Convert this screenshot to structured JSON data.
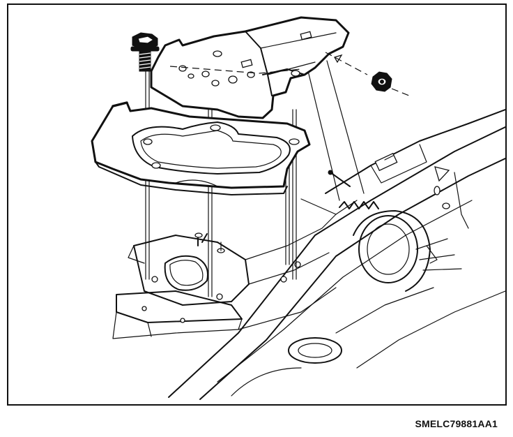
{
  "figure": {
    "code": "SMELC79881AA1",
    "icons": [
      "bolt-icon",
      "nut-icon",
      "bracket-plate",
      "tray-bracket",
      "vehicle-frame"
    ]
  }
}
